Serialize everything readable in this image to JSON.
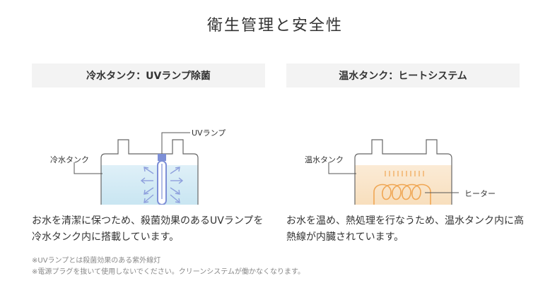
{
  "title": "衛生管理と安全性",
  "cold": {
    "header": "冷水タンク：UVランプ除菌",
    "tank_label": "冷水タンク",
    "lamp_label": "UVランプ",
    "description": "お水を清潔に保つため、殺菌効果のあるUVランプを冷水タンク内に搭載しています。",
    "water_color": "#cfe9f4",
    "lamp_color": "#7d8fd6"
  },
  "hot": {
    "header": "温水タンク：ヒートシステム",
    "tank_label": "温水タンク",
    "heater_label": "ヒーター",
    "description": "お水を温め、熱処理を行なうため、温水タンク内に高熱線が内臓されています。",
    "water_color": "#f9e2c4",
    "coil_color": "#f0a653"
  },
  "notes": [
    "※UVランプとは殺菌効果のある紫外線灯",
    "※電源プラグを抜いて使用しないでください。クリーンシステムが働かなくなります。"
  ]
}
